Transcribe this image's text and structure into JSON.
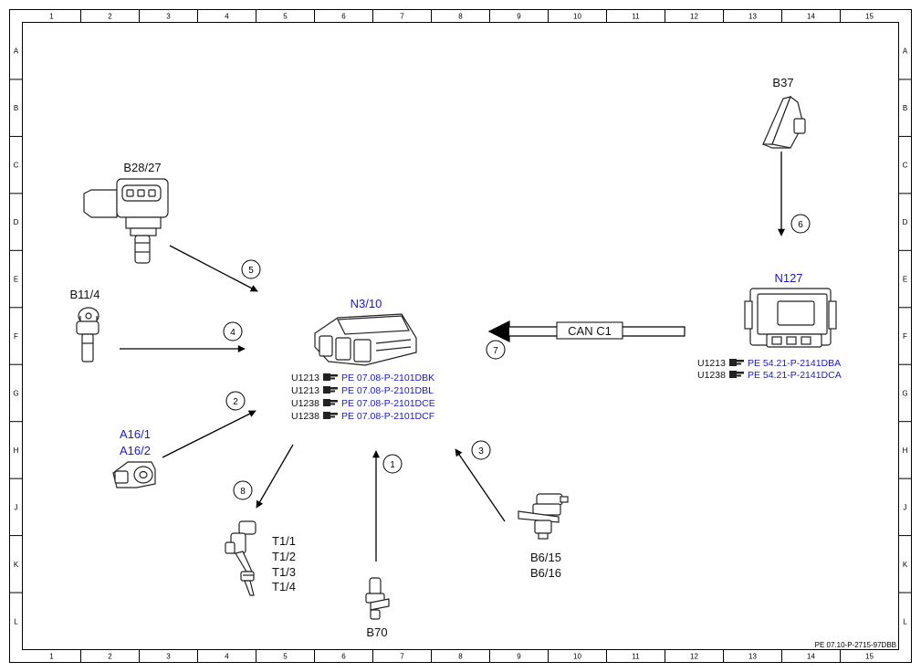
{
  "frame": {
    "columns": [
      "1",
      "2",
      "3",
      "4",
      "5",
      "6",
      "7",
      "8",
      "9",
      "10",
      "11",
      "12",
      "13",
      "14",
      "15"
    ],
    "rows": [
      "A",
      "B",
      "C",
      "D",
      "E",
      "F",
      "G",
      "H",
      "J",
      "K",
      "L"
    ],
    "doc_number": "PE 07.10-P-2715-97DBB"
  },
  "components": {
    "b2827": {
      "label": "B28/27"
    },
    "b114": {
      "label": "B11/4"
    },
    "a16": {
      "labels": [
        "A16/1",
        "A16/2"
      ]
    },
    "t1": {
      "labels": [
        "T1/1",
        "T1/2",
        "T1/3",
        "T1/4"
      ]
    },
    "b70": {
      "label": "B70"
    },
    "b615": {
      "labels": [
        "B6/15",
        "B6/16"
      ]
    },
    "b37": {
      "label": "B37"
    },
    "n310": {
      "label": "N3/10",
      "refs": [
        {
          "code": "U1213",
          "link": "PE 07.08-P-2101DBK"
        },
        {
          "code": "U1213",
          "link": "PE 07.08-P-2101DBL"
        },
        {
          "code": "U1238",
          "link": "PE 07.08-P-2101DCE"
        },
        {
          "code": "U1238",
          "link": "PE 07.08-P-2101DCF"
        }
      ]
    },
    "n127": {
      "label": "N127",
      "refs": [
        {
          "code": "U1213",
          "link": "PE 54.21-P-2141DBA"
        },
        {
          "code": "U1238",
          "link": "PE 54.21-P-2141DCA"
        }
      ]
    }
  },
  "signals": {
    "s1": "1",
    "s2": "2",
    "s3": "3",
    "s4": "4",
    "s5": "5",
    "s6": "6",
    "s7": "7",
    "s8": "8"
  },
  "bus": {
    "label": "CAN C1"
  }
}
